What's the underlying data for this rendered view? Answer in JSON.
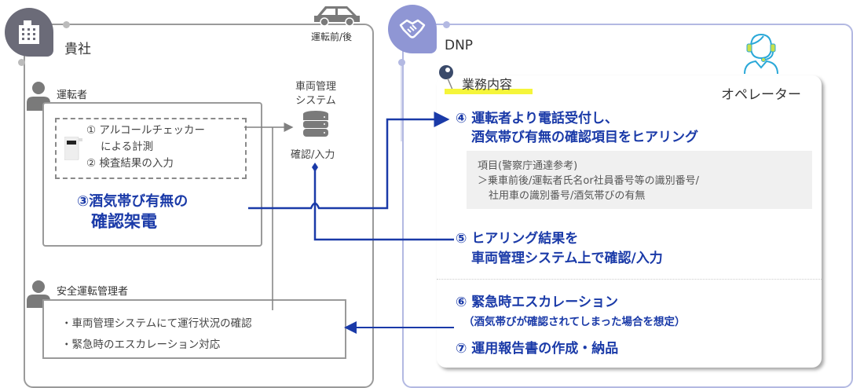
{
  "company": {
    "title": "貴社",
    "icon": "building-icon",
    "timing_label": "運転前/後",
    "timing_icon": "car-icon",
    "driver": {
      "label": "運転者",
      "steps": [
        {
          "num": "①",
          "text": "アルコールチェッカー"
        },
        {
          "num": "",
          "text": "による計測"
        },
        {
          "num": "②",
          "text": "検査結果の入力"
        }
      ],
      "call_line1": "③酒気帯び有無の",
      "call_line2": "確認架電"
    },
    "system": {
      "line1": "車両管理",
      "line2": "システム",
      "action": "確認/入力",
      "icon": "database-icon"
    },
    "manager": {
      "label": "安全運転管理者",
      "items": [
        "・車両管理システムにて運行状況の確認",
        "・緊急時のエスカレーション対応"
      ]
    }
  },
  "dnp": {
    "title": "DNP",
    "icon": "handshake-icon",
    "operator_label": "オペレーター",
    "operator_icon": "headset-operator-icon",
    "work": {
      "title": "業務内容",
      "highlight_color": "#f5f53a",
      "steps": [
        {
          "line1": "④ 運転者より電話受付し、",
          "line2": "酒気帯び有無の確認項目をヒアリング"
        },
        {
          "line1": "⑤ ヒアリング結果を",
          "line2": "車両管理システム上で確認/入力"
        },
        {
          "line1": "⑥ 緊急時エスカレーション",
          "line2": "（酒気帯びが確認されてしまった場合を想定）"
        },
        {
          "line1": "⑦ 運用報告書の作成・納品",
          "line2": ""
        }
      ],
      "items_note": {
        "title": "項目(警察庁通達参考)",
        "line1": "＞乗車前後/運転者氏名or社員番号等の識別番号/",
        "line2": "社用車の識別番号/酒気帯びの有無"
      }
    }
  },
  "colors": {
    "accent_blue": "#1a3aa8",
    "company_gray": "#6b6b78",
    "dnp_lavender": "#8f96d4",
    "operator_cyan": "#2aa8d8"
  }
}
